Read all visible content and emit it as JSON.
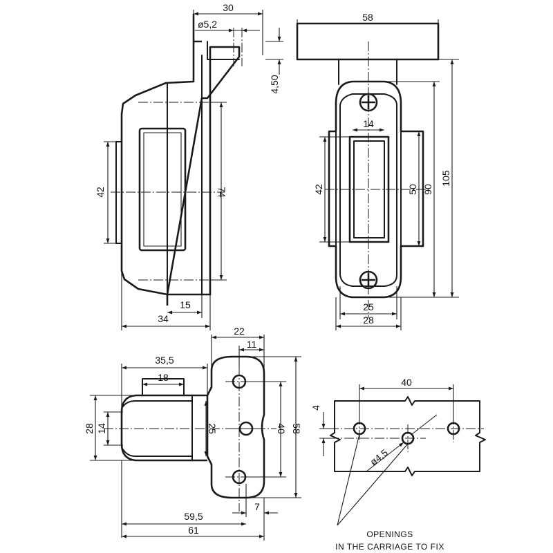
{
  "latch_front_view": {
    "overall_height_label": "74",
    "window_height_label": "42",
    "total_width_label": "34",
    "tongue_width_label": "15",
    "top_width_label": "30",
    "hole_label": "ø5,2",
    "offset_label": "4,50"
  },
  "latch_side_view": {
    "flange_width_label": "58",
    "window_width_label": "14",
    "window_height_label": "42",
    "height_50_label": "50",
    "height_90_label": "90",
    "height_105_label": "105",
    "inner_width_label": "25",
    "outer_width_label": "28"
  },
  "strike_plate_view": {
    "body_length_label": "35,5",
    "slot_width_label": "18",
    "height_28_label": "28",
    "height_14_label": "14",
    "height_25_label": "25",
    "hole_pitch_label": "40",
    "plate_height_label": "58",
    "plate_width_label": "22",
    "hole_offset_label": "11",
    "edge_offset_label": "7",
    "length_595_label": "59,5",
    "length_61_label": "61"
  },
  "carriage_detail": {
    "hole_pitch_label": "40",
    "offset_label": "4",
    "hole_diameter_label": "ø4,5",
    "note_line1": "OPENINGS",
    "note_line2": "IN THE CARRIAGE TO FIX"
  }
}
